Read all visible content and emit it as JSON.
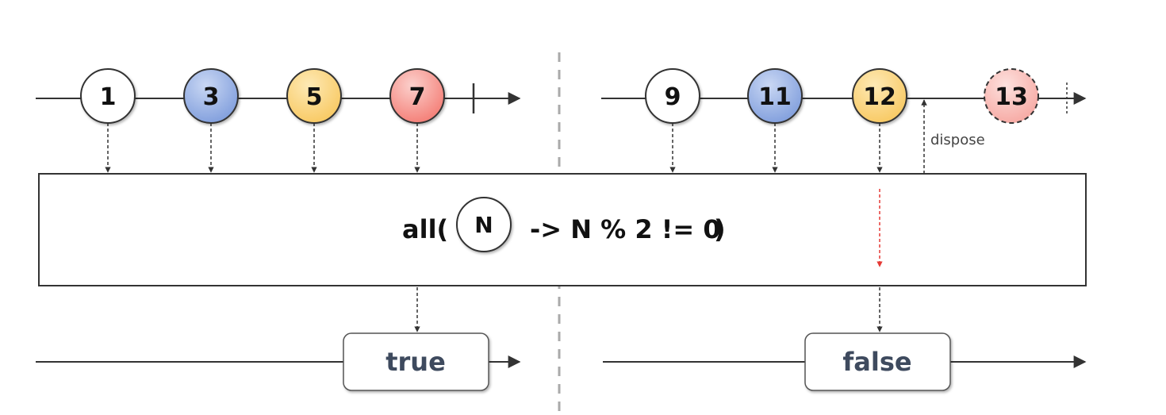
{
  "left": {
    "input_marbles": [
      {
        "label": "1",
        "color": "#ffffff"
      },
      {
        "label": "3",
        "color": "#7f9ddc"
      },
      {
        "label": "5",
        "color": "#f8c860"
      },
      {
        "label": "7",
        "color": "#f47c74"
      }
    ],
    "result": {
      "label": "true"
    }
  },
  "right": {
    "input_marbles": [
      {
        "label": "9",
        "color": "#ffffff"
      },
      {
        "label": "11",
        "color": "#7f9ddc"
      },
      {
        "label": "12",
        "color": "#f8c860"
      },
      {
        "label": "13",
        "color": "#f6a8a2",
        "dashed": true
      }
    ],
    "result": {
      "label": "false"
    },
    "dispose_label": "dispose"
  },
  "operator": {
    "prefix": "all(",
    "param": "N",
    "expression": "-> N % 2 != 0",
    "suffix": ")"
  },
  "colors": {
    "line": "#333333",
    "divider": "#aaaaaa",
    "error_arrow": "#e53935"
  }
}
